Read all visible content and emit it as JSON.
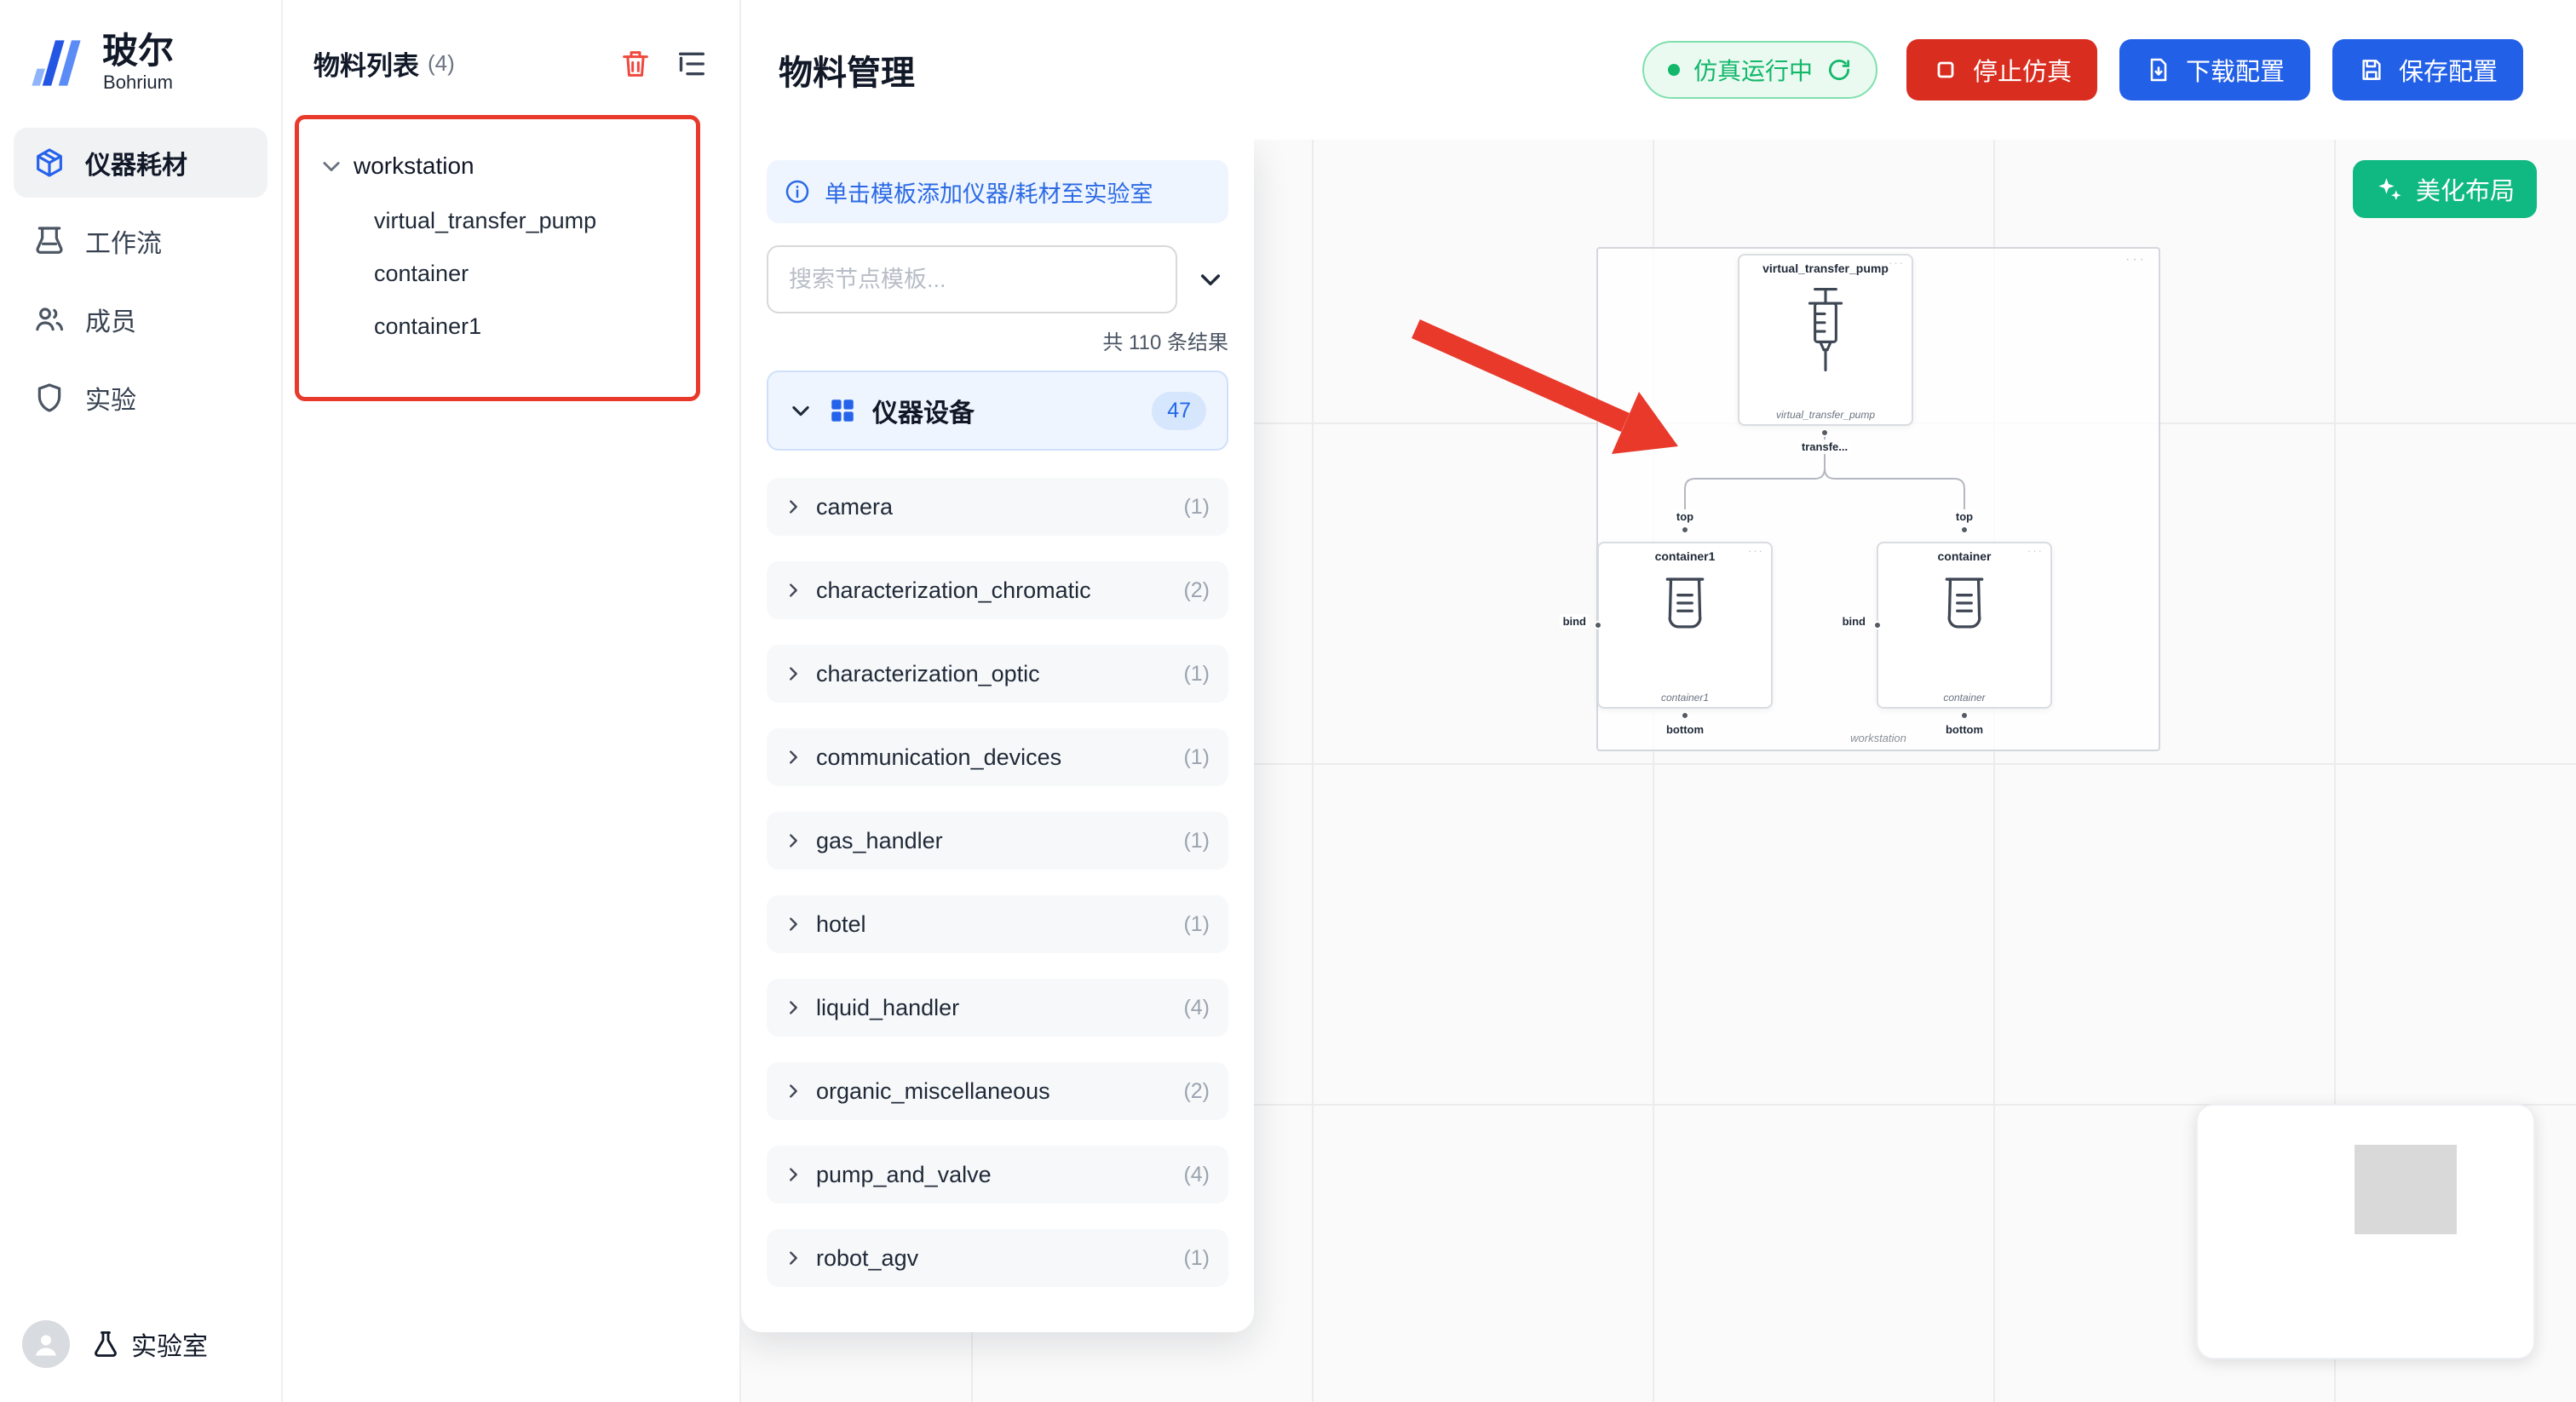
{
  "brand": {
    "name": "玻尔",
    "subtitle": "Bohrium"
  },
  "sidebar": {
    "items": [
      {
        "label": "仪器耗材"
      },
      {
        "label": "工作流"
      },
      {
        "label": "成员"
      },
      {
        "label": "实验"
      }
    ],
    "lab_label": "实验室"
  },
  "materials_panel": {
    "title": "物料列表",
    "count": "(4)",
    "tree": {
      "root": "workstation",
      "children": [
        "virtual_transfer_pump",
        "container",
        "container1"
      ]
    }
  },
  "header": {
    "title": "物料管理",
    "running_status": "仿真运行中",
    "stop": "停止仿真",
    "download": "下载配置",
    "save": "保存配置"
  },
  "template_panel": {
    "banner": "单击模板添加仪器/耗材至实验室",
    "search_placeholder": "搜索节点模板...",
    "results": "共 110 条结果",
    "section": {
      "label": "仪器设备",
      "badge": "47"
    },
    "items": [
      {
        "label": "camera",
        "count": "(1)"
      },
      {
        "label": "characterization_chromatic",
        "count": "(2)"
      },
      {
        "label": "characterization_optic",
        "count": "(1)"
      },
      {
        "label": "communication_devices",
        "count": "(1)"
      },
      {
        "label": "gas_handler",
        "count": "(1)"
      },
      {
        "label": "hotel",
        "count": "(1)"
      },
      {
        "label": "liquid_handler",
        "count": "(4)"
      },
      {
        "label": "organic_miscellaneous",
        "count": "(2)"
      },
      {
        "label": "pump_and_valve",
        "count": "(4)"
      },
      {
        "label": "robot_agv",
        "count": "(1)"
      }
    ]
  },
  "canvas": {
    "beautify": "美化布局",
    "group_label": "workstation",
    "menu_dots": "···",
    "pump": {
      "title": "virtual_transfer_pump",
      "subtitle": "virtual_transfer_pump",
      "port": "transfe..."
    },
    "containers": [
      {
        "title": "container1",
        "subtitle": "container1"
      },
      {
        "title": "container",
        "subtitle": "container"
      }
    ],
    "port_top": "top",
    "port_bottom": "bottom",
    "port_bind": "bind"
  },
  "colors": {
    "primary": "#2360e8",
    "danger": "#d92d20",
    "success": "#10b981",
    "highlight_red": "#e8392b"
  }
}
